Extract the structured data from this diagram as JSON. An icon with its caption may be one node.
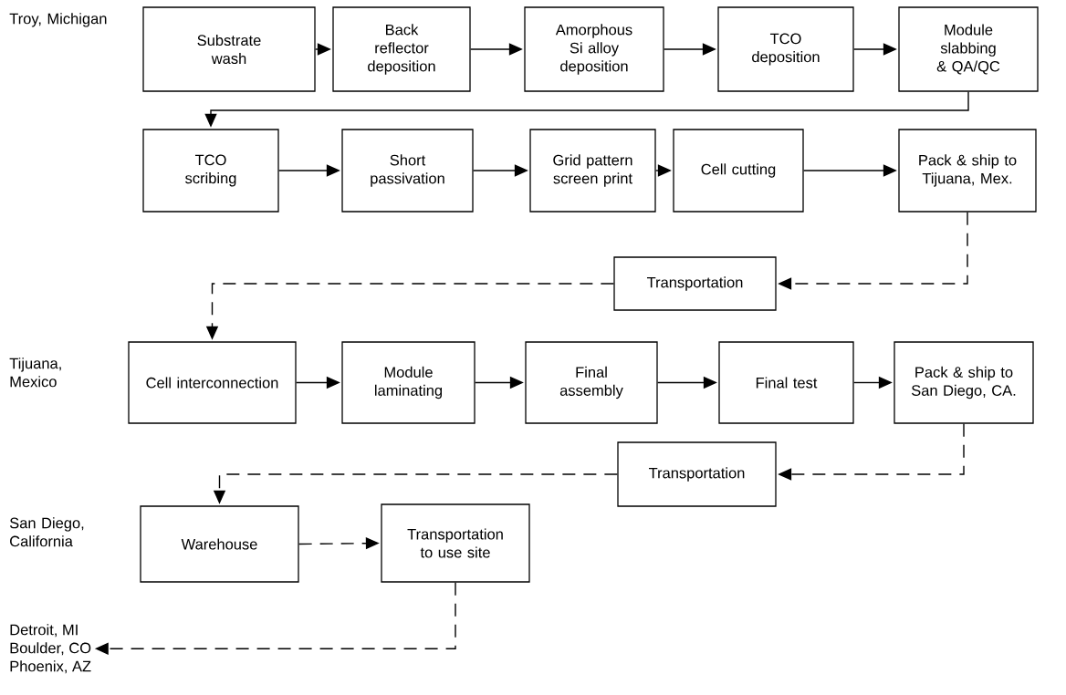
{
  "diagram": {
    "nodes": [
      {
        "text": [
          "Substrate wash"
        ]
      },
      {
        "text": [
          "Back reflector deposition"
        ]
      },
      {
        "text": [
          "Amorphous Si alloy deposition"
        ]
      },
      {
        "text": [
          "TCO deposition"
        ]
      },
      {
        "text": [
          "Module slabbing & QA/QC"
        ]
      },
      {
        "text": [
          "TCO scribing"
        ]
      },
      {
        "text": [
          "Short passivation"
        ]
      },
      {
        "text": [
          "Grid pattern screen print"
        ]
      },
      {
        "text": [
          "Cell cutting"
        ]
      },
      {
        "text": [
          "Pack & ship to Tijuana, Mex."
        ]
      },
      {
        "text": [
          "Transportation"
        ]
      },
      {
        "text": [
          "Cell interconnection"
        ]
      },
      {
        "text": [
          "Module laminating"
        ]
      },
      {
        "text": [
          "Final assembly"
        ]
      },
      {
        "text": [
          "Final test"
        ]
      },
      {
        "text": [
          "Pack & ship to San Diego, CA."
        ]
      },
      {
        "text": [
          "Transportation"
        ]
      },
      {
        "text": [
          "Warehouse"
        ]
      },
      {
        "text": [
          "Transportation to use site"
        ]
      },
      {
        "text": [
          "Detroit, MI",
          "Boulder, CO",
          "Phoenix, AZ"
        ]
      }
    ],
    "edges": [
      {
        "from": 0,
        "to": 1,
        "arrow": "to"
      },
      {
        "from": 1,
        "to": 2,
        "arrow": "to"
      },
      {
        "from": 2,
        "to": 3,
        "arrow": "to"
      },
      {
        "from": 3,
        "to": 4,
        "arrow": "to"
      },
      {
        "from": 4,
        "to": 5,
        "arrow": "to"
      },
      {
        "from": 5,
        "to": 6,
        "arrow": "to"
      },
      {
        "from": 6,
        "to": 7,
        "arrow": "to"
      },
      {
        "from": 7,
        "to": 8,
        "arrow": "to"
      },
      {
        "from": 8,
        "to": 9,
        "arrow": "to"
      },
      {
        "from": 9,
        "to": 10,
        "arrow": "to",
        "style": "dashed"
      },
      {
        "from": 10,
        "to": 11,
        "arrow": "to",
        "style": "dashed"
      },
      {
        "from": 11,
        "to": 12,
        "arrow": "to"
      },
      {
        "from": 12,
        "to": 13,
        "arrow": "to"
      },
      {
        "from": 13,
        "to": 14,
        "arrow": "to"
      },
      {
        "from": 14,
        "to": 15,
        "arrow": "to"
      },
      {
        "from": 15,
        "to": 16,
        "arrow": "to",
        "style": "dashed"
      },
      {
        "from": 16,
        "to": 17,
        "arrow": "to",
        "style": "dashed"
      },
      {
        "from": 17,
        "to": 18,
        "arrow": "to",
        "style": "dashed"
      },
      {
        "from": 18,
        "to": 19,
        "arrow": "to",
        "style": "dashed"
      }
    ],
    "labels": [
      "Troy, Michigan",
      "Tijuana, Mexico",
      "San Diego, California"
    ]
  }
}
